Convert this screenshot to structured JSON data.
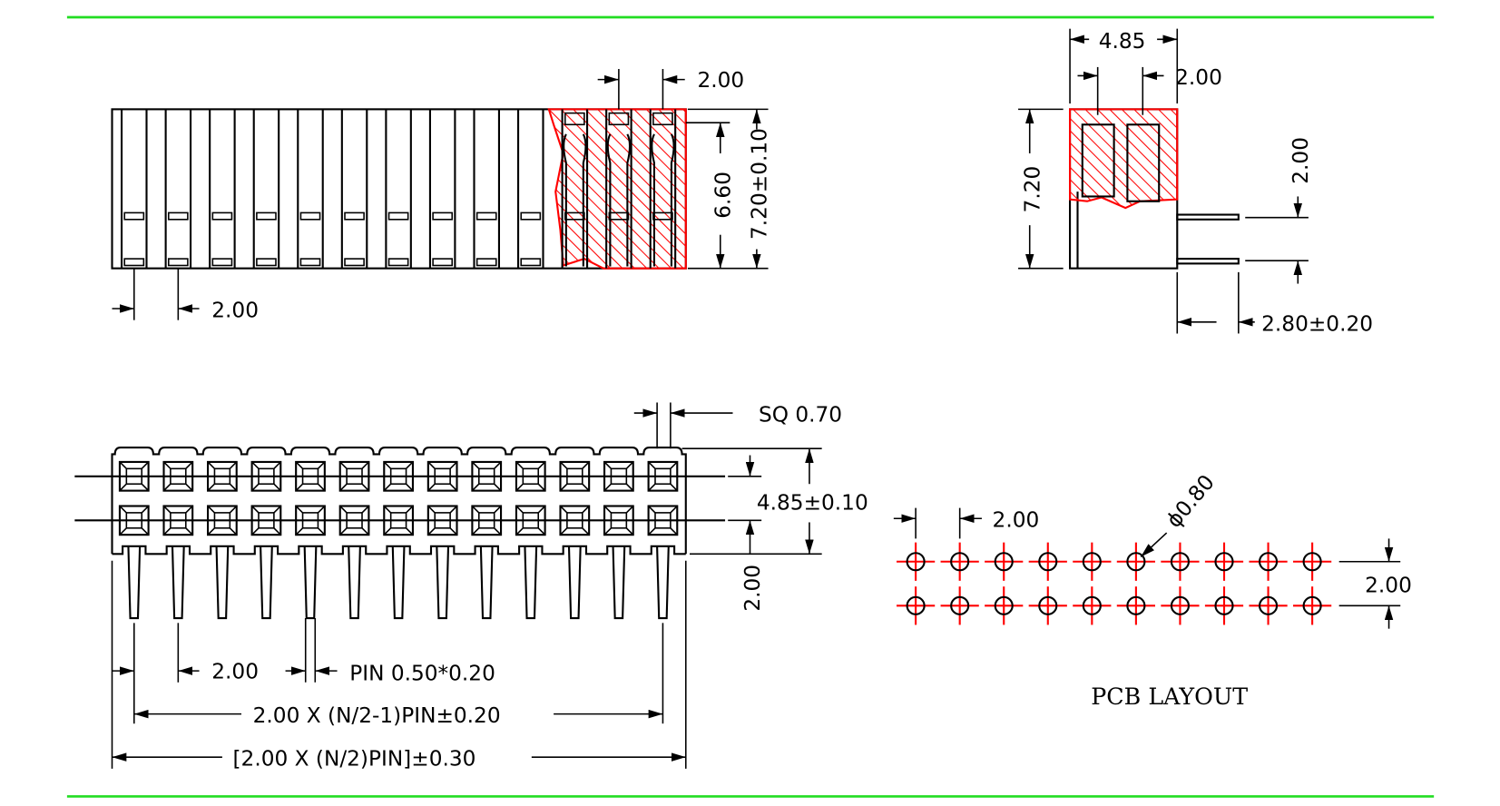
{
  "colors": {
    "frame_line": "#22dd22",
    "section": "#ff0000",
    "drawing": "#000000"
  },
  "side_view": {
    "pitch_top": "2.00",
    "height_inner": "6.60",
    "height_total": "7.20±0.10",
    "pitch_bottom": "2.00"
  },
  "end_view": {
    "width": "4.85",
    "row_pitch": "2.00",
    "height": "7.20",
    "pin_spacing": "2.00",
    "pin_length": "2.80±0.20"
  },
  "front_view": {
    "sq": "SQ 0.70",
    "width": "4.85±0.10",
    "row_pitch": "2.00",
    "pitch": "2.00",
    "pin_size": "PIN 0.50*0.20",
    "span_inner": "2.00 X (N/2-1)PIN±0.20",
    "span_total": "[2.00 X (N/2)PIN]±0.30"
  },
  "pcb_layout": {
    "pitch": "2.00",
    "hole_dia": "ϕ0.80",
    "row_pitch": "2.00",
    "title": "PCB LAYOUT"
  }
}
